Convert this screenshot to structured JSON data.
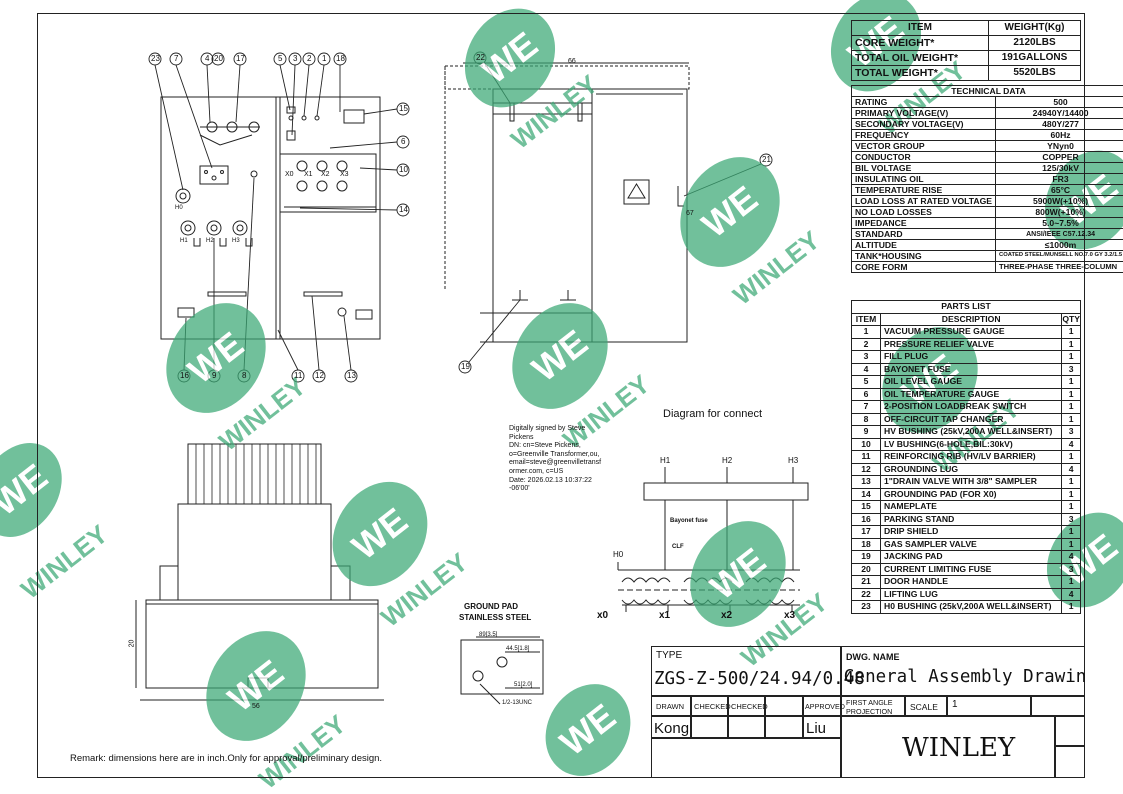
{
  "weight_table": {
    "header": {
      "item": "ITEM",
      "value": "WEIGHT(Kg)"
    },
    "rows": [
      {
        "label": "CORE WEIGHT*",
        "value": "2120LBS"
      },
      {
        "label": "TOTAL OIL WEIGHT*",
        "value": "191GALLONS"
      },
      {
        "label": "TOTAL WEIGHT*",
        "value": "5520LBS"
      }
    ]
  },
  "technical_data": {
    "title": "TECHNICAL DATA",
    "rows": [
      {
        "label": "RATING",
        "value": "500"
      },
      {
        "label": "PRIMARY VOLTAGE(V)",
        "value": "24940Y/14400"
      },
      {
        "label": "SECONDARY VOLTAGE(V)",
        "value": "480Y/277"
      },
      {
        "label": "FREQUENCY",
        "value": "60Hz"
      },
      {
        "label": "VECTOR GROUP",
        "value": "YNyn0"
      },
      {
        "label": "CONDUCTOR",
        "value": "COPPER"
      },
      {
        "label": "BIL VOLTAGE",
        "value": "125/30kV"
      },
      {
        "label": "INSULATING OIL",
        "value": "FR3"
      },
      {
        "label": "TEMPERATURE RISE",
        "value": "65°C"
      },
      {
        "label": "LOAD LOSS AT RATED VOLTAGE",
        "value": "5900W(+10%)"
      },
      {
        "label": "NO LOAD LOSSES",
        "value": "800W(+10%)"
      },
      {
        "label": "IMPEDANCE",
        "value": "5.0~7.5%"
      },
      {
        "label": "STANDARD",
        "value": "ANSI/IEEE C57.12.34"
      },
      {
        "label": "ALTITUDE",
        "value": "≤1000m"
      },
      {
        "label": "TANK*HOUSING",
        "value": "COATED STEEL/MUNSELL NO.7.0 GY 3.2/1.5"
      },
      {
        "label": "CORE FORM",
        "value": "THREE-PHASE THREE-COLUMN"
      }
    ]
  },
  "parts_list": {
    "title": "PARTS LIST",
    "header": {
      "item": "ITEM",
      "description": "DESCRIPTION",
      "qty": "QTY"
    },
    "rows": [
      {
        "item": "1",
        "description": "VACUUM PRESSURE GAUGE",
        "qty": "1"
      },
      {
        "item": "2",
        "description": "PRESSURE RELIEF VALVE",
        "qty": "1"
      },
      {
        "item": "3",
        "description": "FILL PLUG",
        "qty": "1"
      },
      {
        "item": "4",
        "description": "BAYONET FUSE",
        "qty": "3"
      },
      {
        "item": "5",
        "description": "OIL LEVEL GAUGE",
        "qty": "1"
      },
      {
        "item": "6",
        "description": "OIL TEMPERATURE GAUGE",
        "qty": "1"
      },
      {
        "item": "7",
        "description": "2-POSITION LOADBREAK SWITCH",
        "qty": "1"
      },
      {
        "item": "8",
        "description": "OFF-CIRCUIT TAP CHANGER",
        "qty": "1"
      },
      {
        "item": "9",
        "description": "HV BUSHING (25kV,200A WELL&INSERT)",
        "qty": "3"
      },
      {
        "item": "10",
        "description": "LV BUSHING(6-HOLE,BIL:30kV)",
        "qty": "4"
      },
      {
        "item": "11",
        "description": "REINFORCING RIB (HV/LV BARRIER)",
        "qty": "1"
      },
      {
        "item": "12",
        "description": "GROUNDING LUG",
        "qty": "4"
      },
      {
        "item": "13",
        "description": "1\"DRAIN VALVE WITH 3/8\" SAMPLER",
        "qty": "1"
      },
      {
        "item": "14",
        "description": "GROUNDING PAD (FOR X0)",
        "qty": "1"
      },
      {
        "item": "15",
        "description": "NAMEPLATE",
        "qty": "1"
      },
      {
        "item": "16",
        "description": "PARKING STAND",
        "qty": "3"
      },
      {
        "item": "17",
        "description": "DRIP SHIELD",
        "qty": "1"
      },
      {
        "item": "18",
        "description": "GAS SAMPLER VALVE",
        "qty": "1"
      },
      {
        "item": "19",
        "description": "JACKING  PAD",
        "qty": "4"
      },
      {
        "item": "20",
        "description": "CURRENT LIMITING FUSE",
        "qty": "3"
      },
      {
        "item": "21",
        "description": "DOOR HANDLE",
        "qty": "1"
      },
      {
        "item": "22",
        "description": "LIFTING LUG",
        "qty": "4"
      },
      {
        "item": "23",
        "description": "H0 BUSHING (25kV,200A WELL&INSERT)",
        "qty": "1"
      }
    ]
  },
  "title_block": {
    "type_label": "TYPE",
    "type_value": "ZGS-Z-500/24.94/0.48",
    "dwg_name_label": "DWG. NAME",
    "dwg_name_value": "General Assembly Drawin",
    "drawn_label": "DRAWN",
    "checked1_label": "CHECKED",
    "checked2_label": "CHECKED",
    "approved_label": "APPROVED",
    "projection_label_1": "FIRST ANGLE",
    "projection_label_2": "PROJECTION",
    "scale_label": "SCALE",
    "scale_value": "1",
    "drawn_value": "Kong",
    "approved_value": "Liu",
    "company": "WINLEY"
  },
  "signature": {
    "line1": "Digitally signed by Steve",
    "line2": "Pickens",
    "line3": "DN: cn=Steve Pickens,",
    "line4": "o=Greenville Transformer,ou,",
    "line5": "email=steve@greenvilletransf",
    "line6": "ormer.com, c=US",
    "line7": "Date: 2026.02.13 10:37:22",
    "line8": "-06'00'"
  },
  "labels": {
    "diagram_for_connect": "Diagram for connect",
    "ground_pad_title_1": "GROUND PAD",
    "ground_pad_title_2": "STAINLESS STEEL",
    "remark": "Remark: dimensions here are in inch.Only for approval/preliminary design.",
    "bayonet_fuse": "Bayonet fuse",
    "clf": "CLF",
    "dim_top_side": "66",
    "dim_front_width": "56",
    "dim_height": "20",
    "dim_side_depth": "67",
    "gp_dim1": "89[3.5]",
    "gp_dim2": "44.5[1.8]",
    "gp_dim3": "51[2.0]",
    "gp_thread": "1/2-13UNC"
  },
  "schematic": {
    "h1": "H1",
    "h2": "H2",
    "h3": "H3",
    "h0": "H0",
    "x0": "x0",
    "x1": "x1",
    "x2": "x2",
    "x3": "x3"
  },
  "front_panel_labels": {
    "x0": "X0",
    "x1": "X1",
    "x2": "X2",
    "x3": "X3",
    "h0": "H0",
    "h1": "H1",
    "h2": "H2",
    "h3": "H3"
  },
  "callouts": {
    "c1": "1",
    "c2": "2",
    "c3": "3",
    "c4": "4",
    "c5": "5",
    "c6": "6",
    "c7": "7",
    "c8": "8",
    "c9": "9",
    "c10": "10",
    "c11": "11",
    "c12": "12",
    "c13": "13",
    "c14": "14",
    "c15": "15",
    "c16": "16",
    "c17": "17",
    "c18": "18",
    "c19": "19",
    "c20": "20",
    "c21": "21",
    "c22": "22",
    "c23": "23"
  },
  "watermark": {
    "logo_text": "WE",
    "brand_text": "WINLEY",
    "color": "#3aa874"
  }
}
